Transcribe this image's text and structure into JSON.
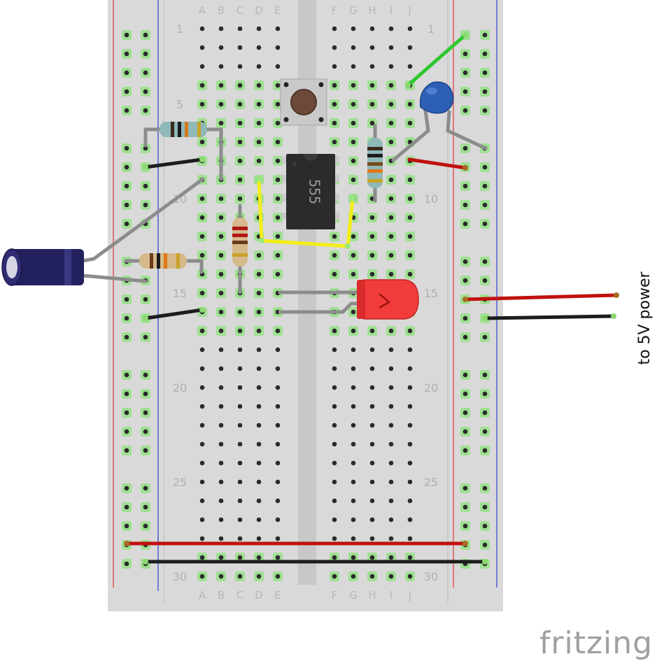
{
  "breadboard": {
    "column_letters_left": [
      "A",
      "B",
      "C",
      "D",
      "E"
    ],
    "column_letters_right": [
      "F",
      "G",
      "H",
      "I",
      "J"
    ],
    "row_labels": [
      "1",
      "5",
      "10",
      "15",
      "20",
      "25",
      "30"
    ],
    "row_count": 30
  },
  "components": {
    "ic_label": "555",
    "capacitor_ceramic": "blue-ceramic-capacitor",
    "capacitor_electrolytic": "electrolytic-capacitor",
    "led": "red-led",
    "button": "tactile-push-button"
  },
  "annotation": "to 5V power",
  "logo": "fritzing",
  "colors": {
    "board": "#d9d9d9",
    "rail_red": "#e0383b",
    "rail_blue": "#2b3fd6",
    "wire_red": "#c0110f",
    "wire_black": "#1c1c1c",
    "wire_yellow": "#f2ee1a",
    "wire_green": "#2ec82e",
    "lead_gray": "#8c8c8c",
    "hole_green": "#7fdc6f",
    "led_red": "#f23c3c",
    "capacitor_blue": "#2d5fb5",
    "electrolytic_navy": "#23205e",
    "ic_body": "#2b2b2b"
  }
}
